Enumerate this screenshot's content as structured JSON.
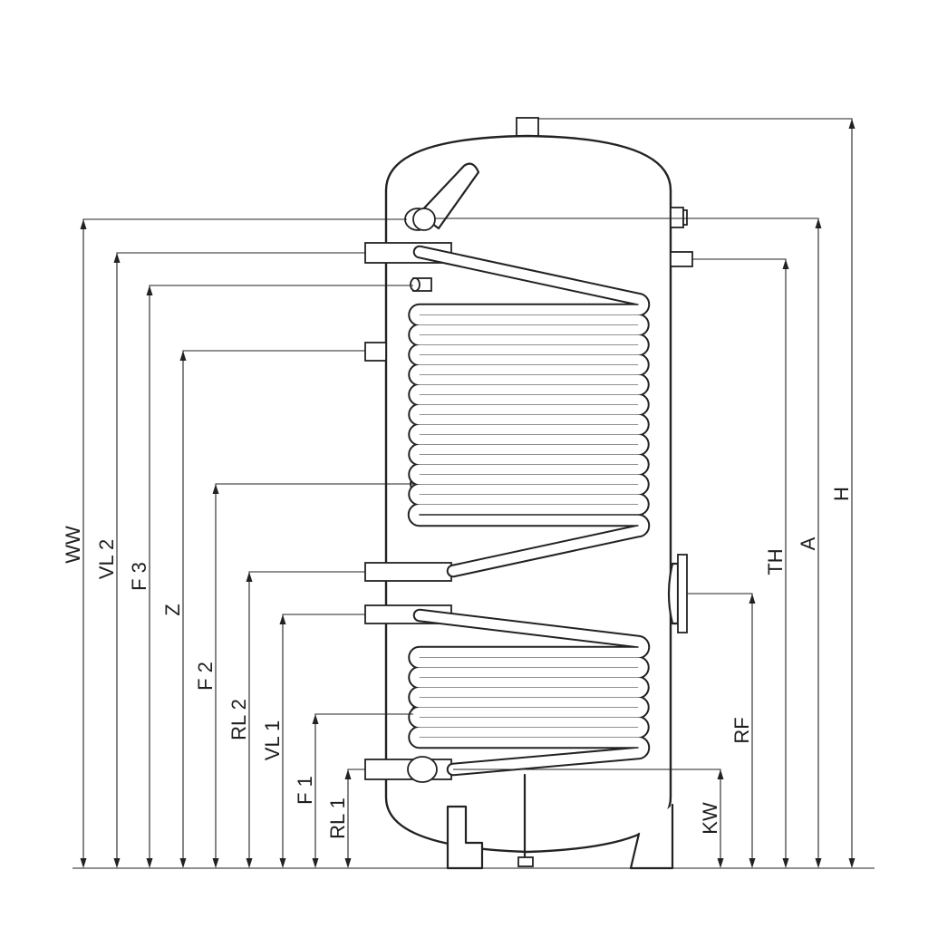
{
  "dimensions": {
    "left": [
      "WW",
      "VL 2",
      "F 3",
      "Z",
      "F 2",
      "RL 2",
      "VL 1",
      "F 1",
      "RL 1"
    ],
    "right": [
      "KW",
      "RF",
      "TH",
      "A",
      "H"
    ]
  },
  "colors": {
    "line": "#222222",
    "background": "#ffffff"
  }
}
